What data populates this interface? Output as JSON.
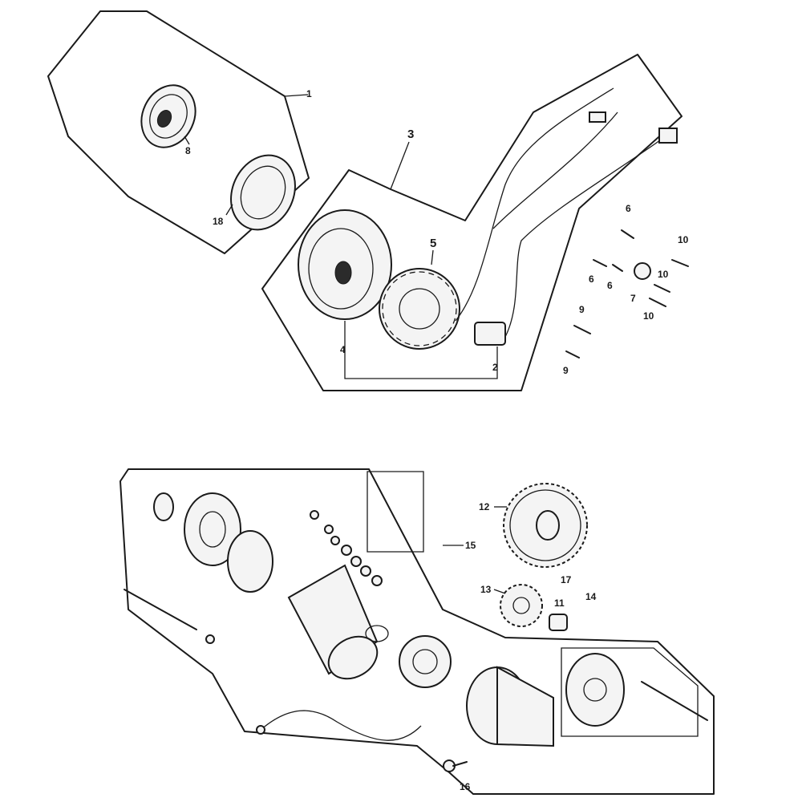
{
  "callouts": {
    "c1": "1",
    "c2": "2",
    "c3": "3",
    "c4": "4",
    "c5": "5",
    "c6a": "6",
    "c6b": "6",
    "c6c": "6",
    "c7": "7",
    "c8": "8",
    "c9a": "9",
    "c9b": "9",
    "c10a": "10",
    "c10b": "10",
    "c10c": "10",
    "c11": "11",
    "c12": "12",
    "c13": "13",
    "c14": "14",
    "c15": "15",
    "c16": "16",
    "c17": "17",
    "c18": "18"
  },
  "colors": {
    "line": "#1a1a1a",
    "background": "#ffffff"
  }
}
